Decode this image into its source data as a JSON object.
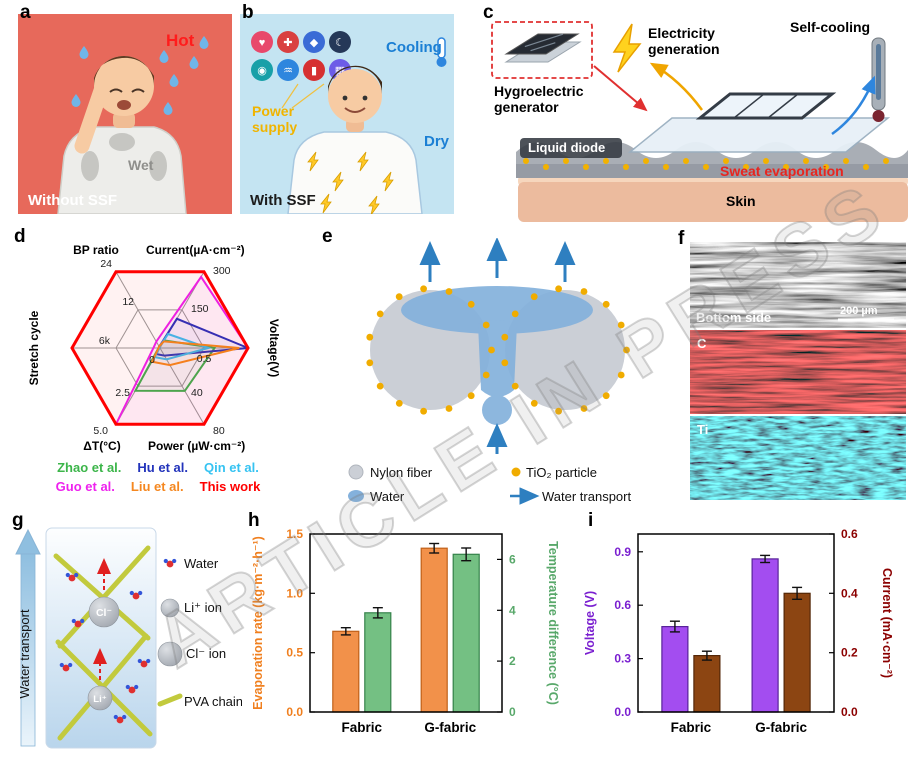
{
  "watermark": "ARTICLE IN PRESS",
  "panels": {
    "a": {
      "tag": "a",
      "hot": "Hot",
      "wet": "Wet",
      "caption": "Without SSF"
    },
    "b": {
      "tag": "b",
      "cooling": "Cooling",
      "power_supply_1": "Power",
      "power_supply_2": "supply",
      "dry": "Dry",
      "caption": "With SSF",
      "icons": [
        {
          "name": "heart",
          "glyph": "♥",
          "color": "#E8486B"
        },
        {
          "name": "health-cross",
          "glyph": "✚",
          "color": "#D94040"
        },
        {
          "name": "fitness",
          "glyph": "◆",
          "color": "#3A6BD6"
        },
        {
          "name": "sleep",
          "glyph": "☾",
          "color": "#253858"
        },
        {
          "name": "compass",
          "glyph": "◉",
          "color": "#18A0A8"
        },
        {
          "name": "signal",
          "glyph": "♒",
          "color": "#2E86DE"
        },
        {
          "name": "thermometer",
          "glyph": "▮",
          "color": "#D63031"
        },
        {
          "name": "chip",
          "glyph": "▦",
          "color": "#6C5CE7"
        }
      ]
    },
    "c": {
      "tag": "c",
      "hygro_line1": "Hygroelectric",
      "hygro_line2": "generator",
      "elec_line1": "Electricity",
      "elec_line2": "generation",
      "self_cooling": "Self-cooling",
      "liquid_diode": "Liquid diode",
      "sweat": "Sweat evaporation",
      "skin": "Skin"
    },
    "d": {
      "tag": "d"
    },
    "e": {
      "tag": "e",
      "legend_nylon": "Nylon fiber",
      "legend_tio2": "TiO₂ particle",
      "legend_water": "Water",
      "legend_transport": "Water transport"
    },
    "f": {
      "tag": "f",
      "bottom_side": "Bottom side",
      "scale": "200 µm",
      "map_c": "C",
      "map_ti": "Ti"
    },
    "g": {
      "tag": "g",
      "water_transport": "Water transport",
      "cl_ion": "Cl⁻",
      "li_ion": "Li⁺",
      "legend_water": "Water",
      "legend_li": "Li⁺ ion",
      "legend_cl": "Cl⁻ ion",
      "legend_pva": "PVA chain"
    },
    "h": {
      "tag": "h"
    },
    "i": {
      "tag": "i"
    }
  },
  "chart_data": [
    {
      "id": "d",
      "type": "radar",
      "axes": [
        {
          "label": "Voltage(V)",
          "max": 1.0,
          "ticks": [
            {
              "v": 0.5,
              "t": "0.5"
            }
          ]
        },
        {
          "label": "Current(µA·cm⁻²)",
          "max": 300,
          "ticks": [
            {
              "v": 150,
              "t": "150"
            },
            {
              "v": 300,
              "t": "300"
            }
          ]
        },
        {
          "label": "BP ratio",
          "max": 24,
          "ticks": [
            {
              "v": 12,
              "t": "12"
            },
            {
              "v": 24,
              "t": "24"
            }
          ]
        },
        {
          "label": "Stretch cycle",
          "max": 12000,
          "ticks": [
            {
              "v": 6000,
              "t": "6k"
            }
          ]
        },
        {
          "label": "ΔT(°C)",
          "max": 5.0,
          "ticks": [
            {
              "v": 2.5,
              "t": "2.5"
            },
            {
              "v": 5.0,
              "t": "5.0"
            }
          ]
        },
        {
          "label": "Power (µW·cm⁻²)",
          "max": 80,
          "ticks": [
            {
              "v": 40,
              "t": "40"
            },
            {
              "v": 80,
              "t": "80"
            }
          ]
        }
      ],
      "center_label": "0",
      "series": [
        {
          "name": "Zhao et al.",
          "color": "#3CB54A",
          "values": [
            0.62,
            30,
            0.5,
            200,
            2.8,
            45
          ]
        },
        {
          "name": "Hu et al.",
          "color": "#2233BB",
          "values": [
            1.0,
            115,
            0.4,
            150,
            0.4,
            8
          ]
        },
        {
          "name": "Qin et al.",
          "color": "#35C3F2",
          "values": [
            0.55,
            55,
            0.3,
            80,
            0.6,
            12
          ]
        },
        {
          "name": "Guo et al.",
          "color": "#EE22EE",
          "values": [
            1.0,
            280,
            2.0,
            900,
            5.0,
            80
          ]
        },
        {
          "name": "Liu et al.",
          "color": "#F5871F",
          "values": [
            0.9,
            26,
            0.5,
            200,
            0.9,
            18
          ]
        },
        {
          "name": "This work",
          "color": "#FF0000",
          "values": [
            1.0,
            300,
            24,
            12000,
            5.0,
            80
          ]
        }
      ],
      "legend_rows": [
        [
          0,
          1,
          2
        ],
        [
          3,
          4,
          5
        ]
      ]
    },
    {
      "id": "h",
      "type": "bar",
      "categories": [
        "Fabric",
        "G-fabric"
      ],
      "left_axis": {
        "label": "Evaporation rate (kg·m⁻²·h⁻¹)",
        "color": "#F07F1E",
        "max": 1.5,
        "ticks": [
          {
            "v": 0,
            "t": "0.0"
          },
          {
            "v": 0.5,
            "t": "0.5"
          },
          {
            "v": 1,
            "t": "1.0"
          },
          {
            "v": 1.5,
            "t": "1.5"
          }
        ]
      },
      "right_axis": {
        "label": "Temperature difference (°C)",
        "color": "#58A86A",
        "max": 7,
        "ticks": [
          {
            "v": 0,
            "t": "0"
          },
          {
            "v": 2,
            "t": "2"
          },
          {
            "v": 4,
            "t": "4"
          },
          {
            "v": 6,
            "t": "6"
          }
        ]
      },
      "series": [
        {
          "name": "Evaporation rate",
          "axis": "left",
          "color": "#F2914A",
          "edge": "#C06018",
          "values": [
            0.68,
            1.38
          ],
          "errors": [
            0.03,
            0.04
          ]
        },
        {
          "name": "Temperature difference",
          "axis": "right",
          "color": "#74C083",
          "edge": "#35824A",
          "values": [
            3.9,
            6.2
          ],
          "errors": [
            0.2,
            0.25
          ]
        }
      ]
    },
    {
      "id": "i",
      "type": "bar",
      "categories": [
        "Fabric",
        "G-fabric"
      ],
      "left_axis": {
        "label": "Voltage (V)",
        "color": "#7A1FD0",
        "max": 1.0,
        "ticks": [
          {
            "v": 0,
            "t": "0.0"
          },
          {
            "v": 0.3,
            "t": "0.3"
          },
          {
            "v": 0.6,
            "t": "0.6"
          },
          {
            "v": 0.9,
            "t": "0.9"
          }
        ]
      },
      "right_axis": {
        "label": "Current (mA·cm⁻²)",
        "color": "#8B0000",
        "max": 0.6,
        "ticks": [
          {
            "v": 0,
            "t": "0.0"
          },
          {
            "v": 0.2,
            "t": "0.2"
          },
          {
            "v": 0.4,
            "t": "0.4"
          },
          {
            "v": 0.6,
            "t": "0.6"
          }
        ]
      },
      "series": [
        {
          "name": "Voltage",
          "axis": "left",
          "color": "#A34DF0",
          "edge": "#58239A",
          "values": [
            0.48,
            0.86
          ],
          "errors": [
            0.03,
            0.02
          ]
        },
        {
          "name": "Current",
          "axis": "right",
          "color": "#8C4512",
          "edge": "#542708",
          "values": [
            0.19,
            0.4
          ],
          "errors": [
            0.015,
            0.02
          ]
        }
      ]
    }
  ]
}
